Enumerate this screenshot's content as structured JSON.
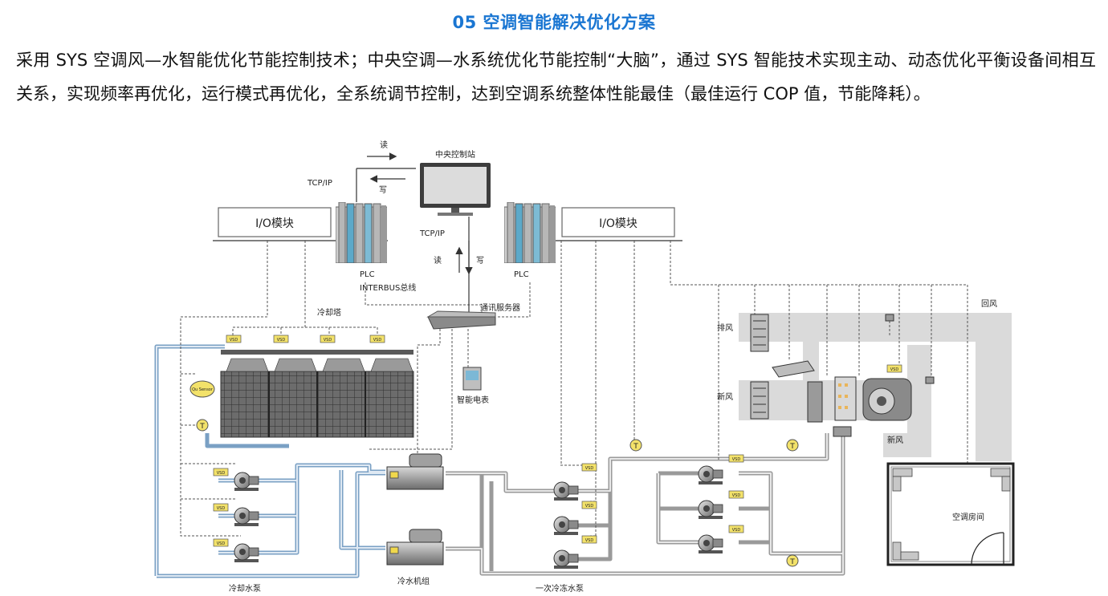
{
  "section": {
    "title": "05 空调智能解决优化方案",
    "paragraph": "采用 SYS 空调风—水智能优化节能控制技术；中央空调—水系统优化节能控制“大脑”，通过 SYS 智能技术实现主动、动态优化平衡设备间相互关系，实现频率再优化，运行模式再优化，全系统调节控制，达到空调系统整体性能最佳（最佳运行 COP 值，节能降耗）。"
  },
  "diagram": {
    "central_station": "中央控制站",
    "read": "读",
    "write": "写",
    "tcpip": "TCP/IP",
    "io_module": "I/O模块",
    "plc": "PLC",
    "interbus": "INTERBUS总线",
    "comm_server": "通讯服务器",
    "cooling_tower": "冷却塔",
    "smart_meter": "智能电表",
    "exhaust_air": "排风",
    "fresh_air": "新风",
    "return_air": "回风",
    "ac_room": "空调房间",
    "cooling_pump": "冷却水泵",
    "chiller": "冷水机组",
    "primary_pump": "一次冷冻水泵",
    "vsd": "VSD",
    "temp": "T",
    "qu_sensor": "Qu Sensor"
  }
}
